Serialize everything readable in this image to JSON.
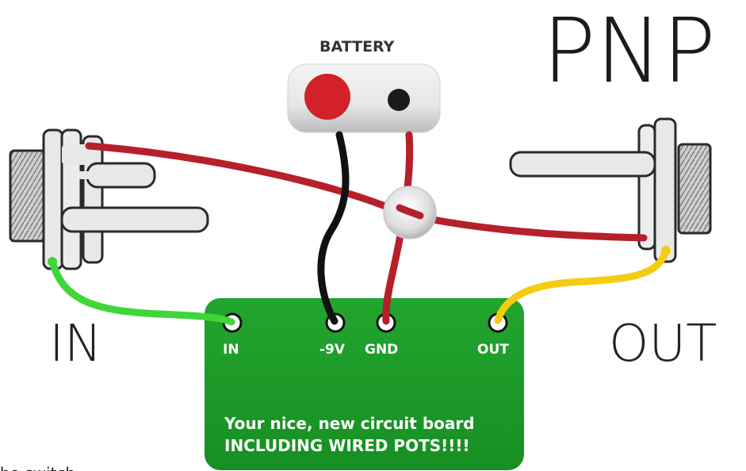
{
  "title": "PNP",
  "jack_in_label": "IN",
  "jack_out_label": "OUT",
  "battery": {
    "label": "BATTERY"
  },
  "board": {
    "pads": [
      {
        "id": "in",
        "label": "IN"
      },
      {
        "id": "neg9v",
        "label": "-9V"
      },
      {
        "id": "gnd",
        "label": "GND"
      },
      {
        "id": "out",
        "label": "OUT"
      }
    ],
    "caption_line1": "Your nice, new circuit board",
    "caption_line2": "INCLUDING WIRED POTS!!!!",
    "color": "#1e9e2a"
  },
  "footnote": "the switch",
  "colors": {
    "wire_red": "#b5202a",
    "wire_black": "#111111",
    "wire_green": "#3fd63a",
    "wire_yellow": "#f5cc14",
    "battery_positive": "#d22128"
  }
}
